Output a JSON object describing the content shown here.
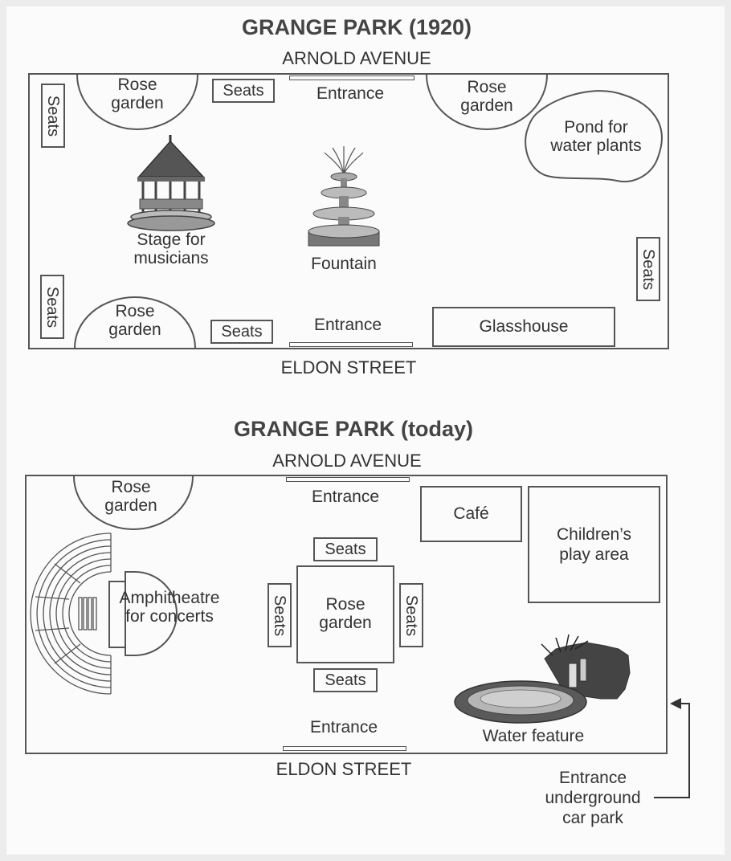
{
  "map_1920": {
    "title": "GRANGE PARK (1920)",
    "north_street": "ARNOLD AVENUE",
    "south_street": "ELDON STREET",
    "labels": {
      "rose_garden": "Rose\ngarden",
      "seats": "Seats",
      "entrance": "Entrance",
      "pond": "Pond for\nwater plants",
      "stage": "Stage for\nmusicians",
      "fountain": "Fountain",
      "glasshouse": "Glasshouse"
    }
  },
  "map_today": {
    "title": "GRANGE PARK (today)",
    "north_street": "ARNOLD AVENUE",
    "south_street": "ELDON STREET",
    "labels": {
      "rose_garden": "Rose\ngarden",
      "seats": "Seats",
      "entrance": "Entrance",
      "cafe": "Café",
      "play_area": "Children’s\nplay area",
      "amphitheatre": "Amphitheatre\nfor concerts",
      "water_feature": "Water feature",
      "car_park": "Entrance\nunderground\ncar park"
    }
  }
}
